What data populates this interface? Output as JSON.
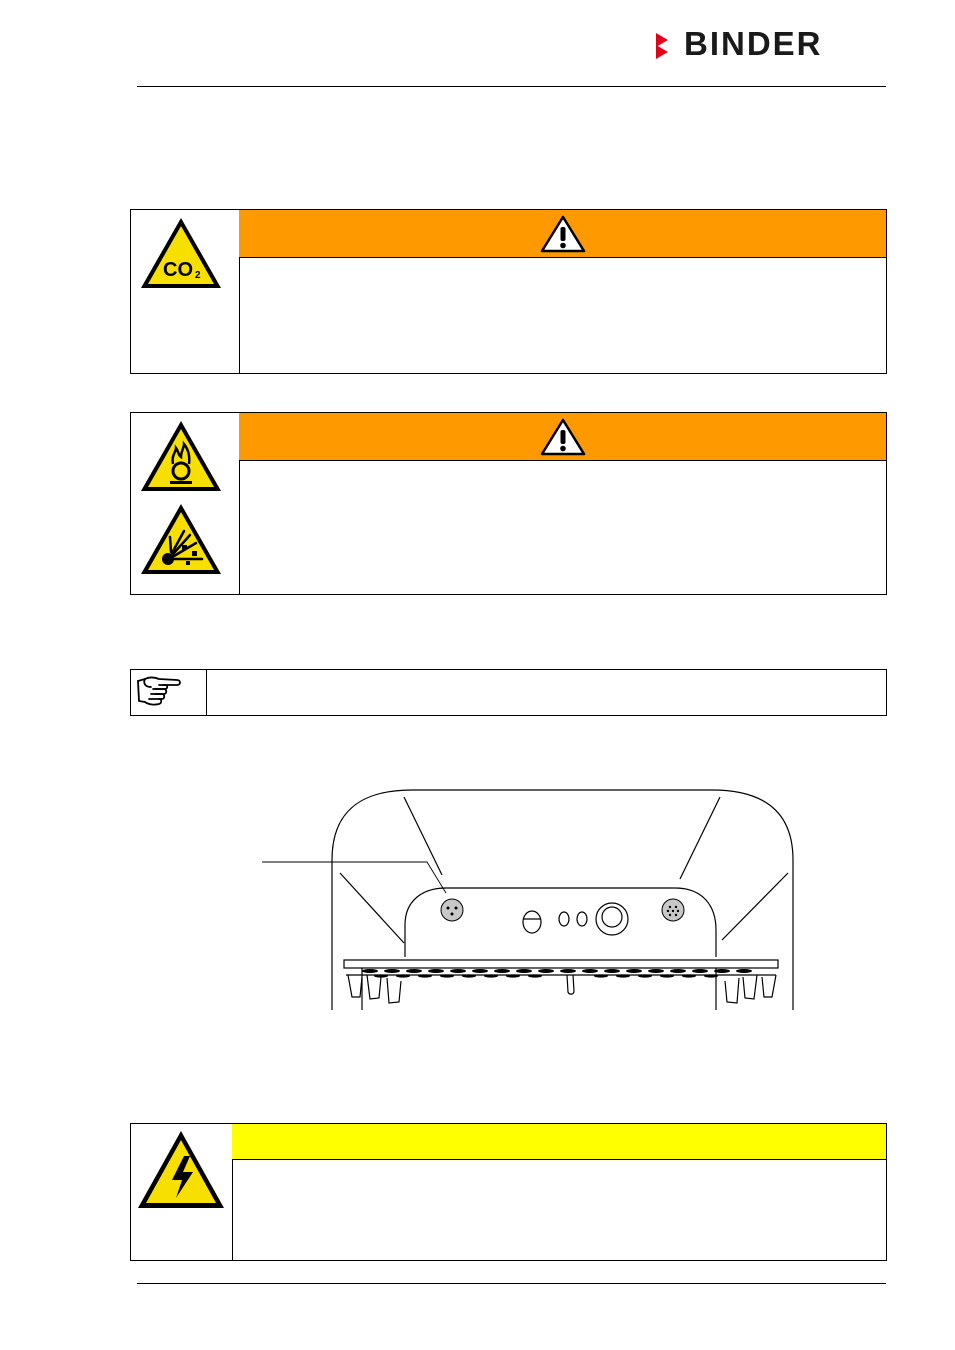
{
  "header": {
    "brand": "BINDER",
    "brand_color": "#1a1a1a",
    "brand_mark_color": "#e2001a"
  },
  "warnings": [
    {
      "severity": "warning",
      "header_color": "#fe9a00",
      "icons": [
        "co2-hazard-icon"
      ],
      "header_icon": "exclamation-triangle-icon"
    },
    {
      "severity": "warning",
      "header_color": "#fe9a00",
      "icons": [
        "oxidizing-substance-icon",
        "explosive-substance-icon"
      ],
      "header_icon": "exclamation-triangle-icon"
    },
    {
      "severity": "caution",
      "header_color": "#ffff00",
      "icons": [
        "electrical-hazard-icon"
      ],
      "header_icon": ""
    }
  ],
  "note": {
    "icon": "pointing-hand-icon"
  },
  "figure": {
    "icon": "chamber-interior-drawing"
  }
}
